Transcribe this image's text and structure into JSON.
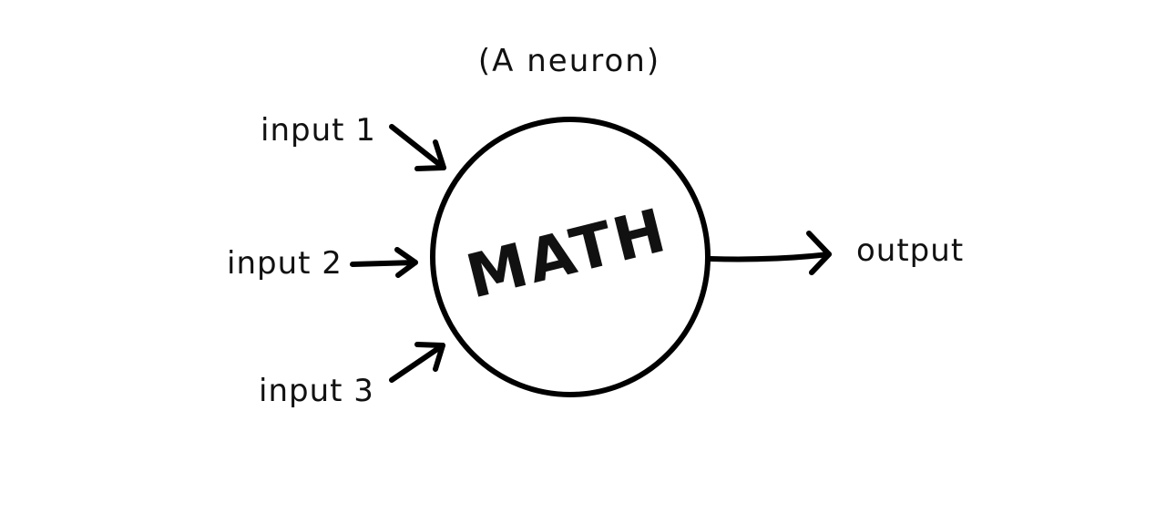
{
  "diagram": {
    "title": "(A neuron)",
    "node_label": "MATH",
    "inputs": [
      "input 1",
      "input 2",
      "input 3"
    ],
    "output": "output"
  },
  "colors": {
    "ink": "#000000",
    "background": "#ffffff"
  }
}
